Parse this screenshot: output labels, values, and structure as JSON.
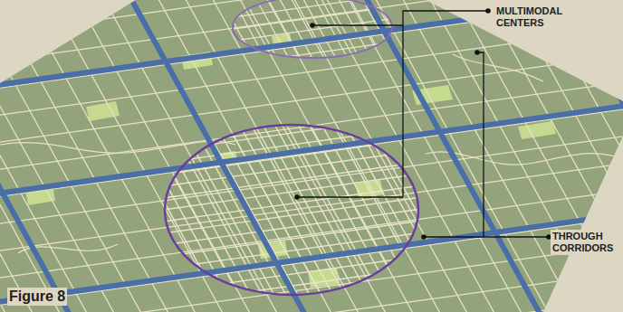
{
  "diagram": {
    "caption": "Figure 8",
    "labels": [
      "MULTIMODAL CENTERS",
      "THROUGH CORRIDORS"
    ]
  }
}
